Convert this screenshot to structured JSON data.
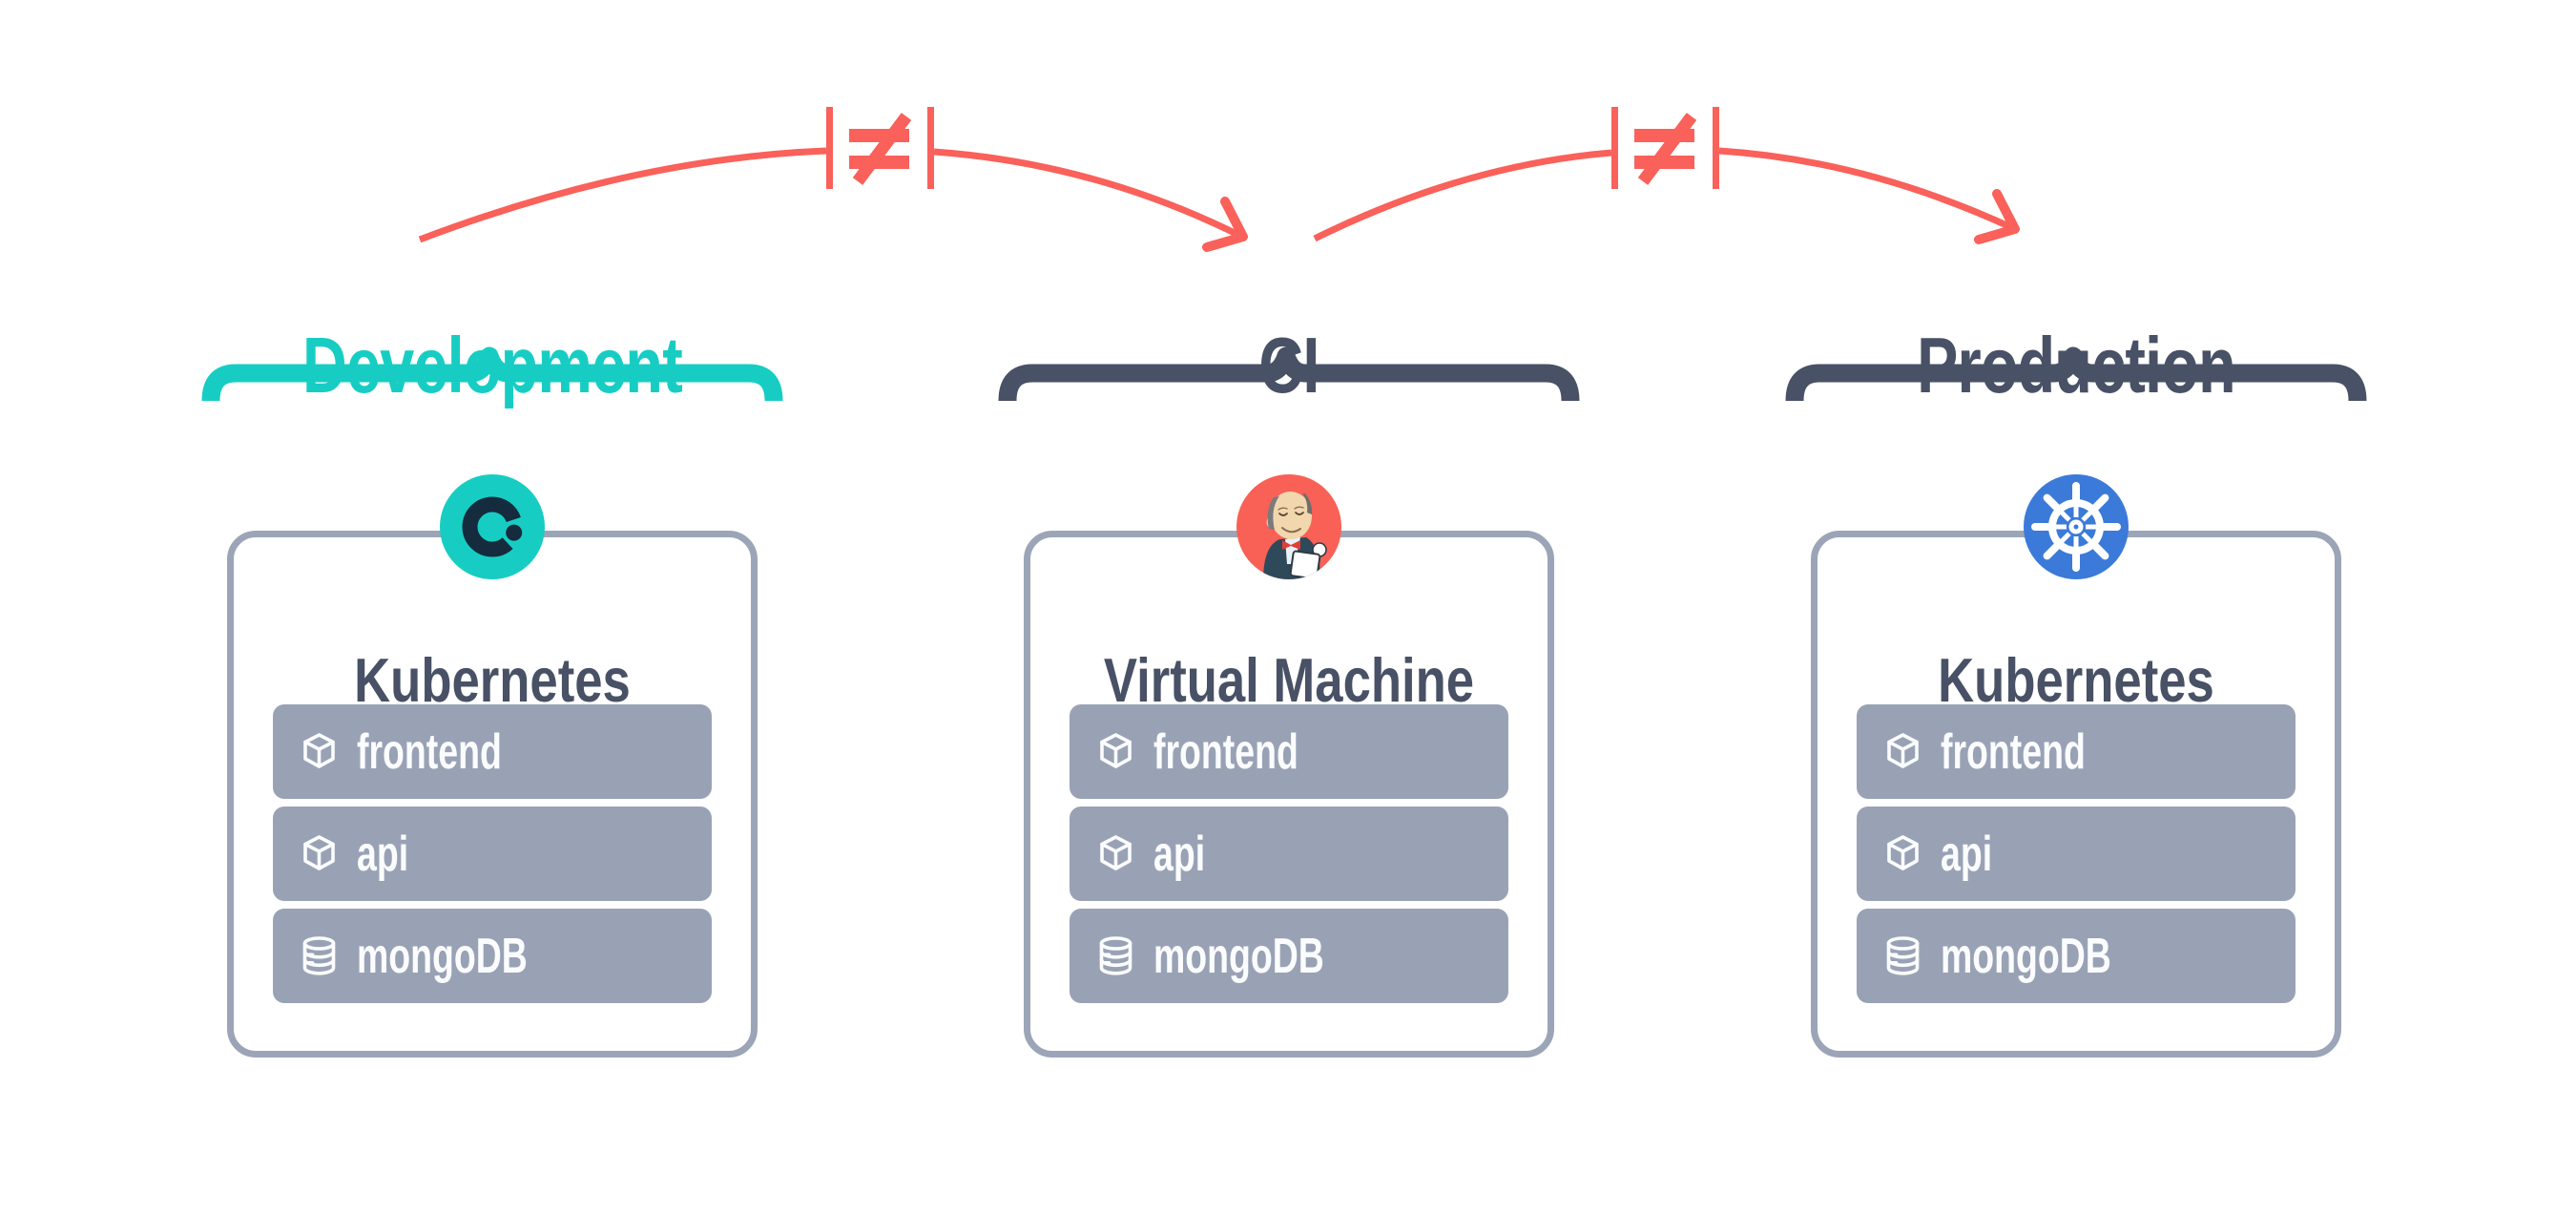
{
  "diagram": {
    "stages": [
      {
        "label": "Development",
        "platform": "Kubernetes",
        "icon": "okteto-logo",
        "services": [
          {
            "icon": "cube",
            "label": "frontend"
          },
          {
            "icon": "cube",
            "label": "api"
          },
          {
            "icon": "database",
            "label": "mongoDB"
          }
        ]
      },
      {
        "label": "CI",
        "platform": "Virtual Machine",
        "icon": "jenkins-logo",
        "services": [
          {
            "icon": "cube",
            "label": "frontend"
          },
          {
            "icon": "cube",
            "label": "api"
          },
          {
            "icon": "database",
            "label": "mongoDB"
          }
        ]
      },
      {
        "label": "Production",
        "platform": "Kubernetes",
        "icon": "kubernetes-logo",
        "services": [
          {
            "icon": "cube",
            "label": "frontend"
          },
          {
            "icon": "cube",
            "label": "api"
          },
          {
            "icon": "database",
            "label": "mongoDB"
          }
        ]
      }
    ],
    "connectors": [
      {
        "from": "Development",
        "to": "CI",
        "symbol": "≠"
      },
      {
        "from": "CI",
        "to": "Production",
        "symbol": "≠"
      }
    ],
    "colors": {
      "teal": "#17CDC3",
      "slate": "#485165",
      "red": "#F9615A",
      "row_bg": "#99A2B5",
      "row_text": "#FBFCFE",
      "card_border": "#9BA5B7",
      "k8s_blue": "#3B7AD9",
      "okteto_navy": "#152B3E",
      "jenkins_red": "#F96156"
    }
  }
}
